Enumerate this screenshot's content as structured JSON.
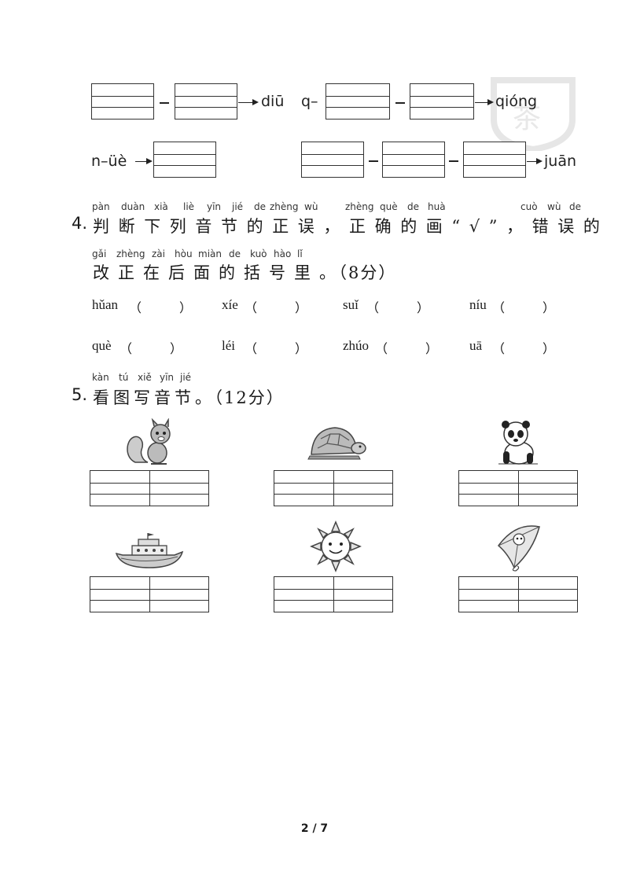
{
  "row1": {
    "pinyin_a": "diū",
    "prefix_b": "q–",
    "pinyin_b": "qióng"
  },
  "row2": {
    "prefix_a": "n–üè",
    "pinyin_c": "juān"
  },
  "q4": {
    "number": "4.",
    "line1_pinyin": [
      "pàn",
      "duàn",
      "xià",
      "liè",
      "yīn",
      "jié",
      "de",
      "zhèng",
      "wù",
      "zhèng",
      "què",
      "de",
      "huà",
      "cuò",
      "wù",
      "de"
    ],
    "line1_text": "判断下列音节的正误，正确的画“√”，错误的",
    "line2_pinyin": [
      "gǎi",
      "zhèng",
      "zài",
      "hòu",
      "miàn",
      "de",
      "kuò",
      "hào",
      "lǐ"
    ],
    "line2_text": "改正在后面的括号里。",
    "score": "（8分）",
    "items": [
      "hǔan",
      "xíe",
      "suǐ",
      "níu",
      "què",
      "léi",
      "zhúo",
      "uā"
    ]
  },
  "q5": {
    "number": "5.",
    "pinyin": [
      "kàn",
      "tú",
      "xiě",
      "yīn",
      "jié"
    ],
    "text": "看图写音节。",
    "score": "（12分）",
    "pictures": [
      "squirrel",
      "turtle",
      "panda",
      "ship",
      "sun",
      "kite"
    ]
  },
  "footer": {
    "page": "2 / 7"
  }
}
